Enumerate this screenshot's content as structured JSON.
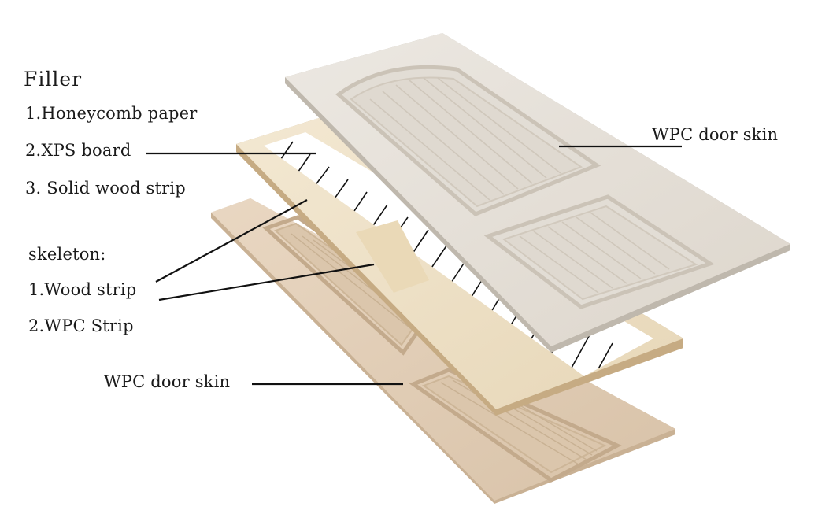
{
  "filler": {
    "title": "Filler",
    "items": [
      "1.Honeycomb paper",
      "2.XPS board",
      "3. Solid wood strip"
    ]
  },
  "skeleton": {
    "title": "skeleton:",
    "items": [
      "1.Wood strip",
      "2.WPC Strip"
    ]
  },
  "labels": {
    "top_skin": "WPC door skin",
    "bottom_skin": "WPC door skin"
  },
  "colors": {
    "top_skin": "#e7e1d9",
    "bottom_skin": "#e2cdb5",
    "frame": "#f0e3c8",
    "leader_line": "#111111",
    "text": "#1a1a1a"
  }
}
